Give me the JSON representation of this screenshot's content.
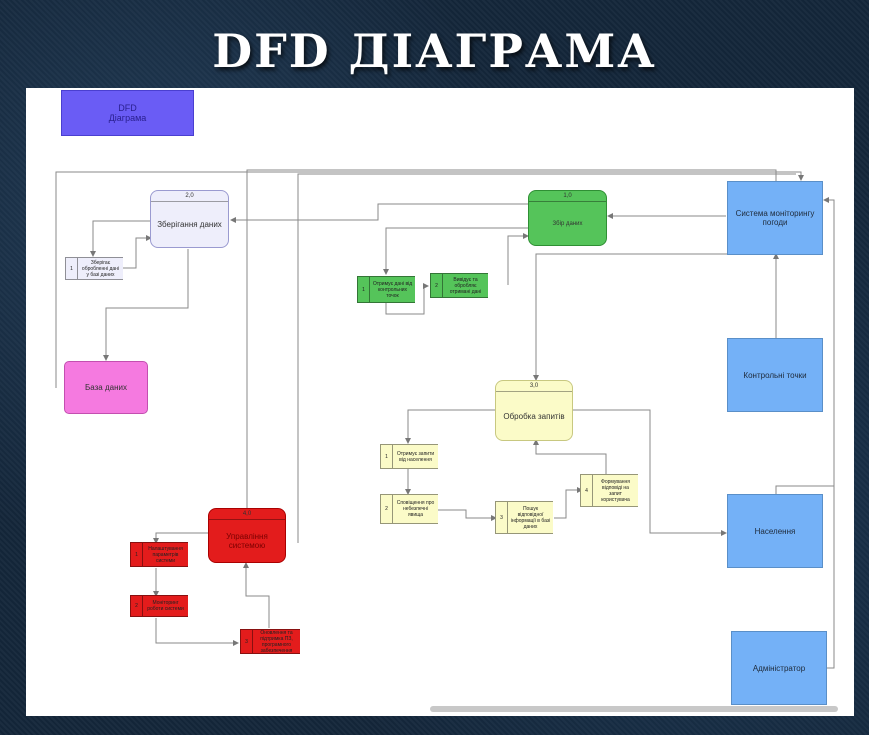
{
  "slide_title": "DFD ДІАГРАМА",
  "legend_box": {
    "line1": "DFD",
    "line2": "Діаграма"
  },
  "processes": [
    {
      "id": "2,0",
      "name": "Зберігання даних"
    },
    {
      "id": "1,0",
      "name": "Збір даних"
    },
    {
      "id": "3,0",
      "name": "Обробка запитів"
    },
    {
      "id": "4,0",
      "name": "Управління системою"
    }
  ],
  "entities": {
    "db": "База даних",
    "monitoring": "Система моніторингу погоди",
    "checkpoints": "Контрольні точки",
    "population": "Населення",
    "admin": "Адміністратор"
  },
  "stores": [
    {
      "id": "1",
      "name": "Зберігає обробленні дані у базі даних"
    },
    {
      "id": "1",
      "name": "Отримує дані від контрольних точок"
    },
    {
      "id": "2",
      "name": "Вивідує та обробляє отримані дані"
    },
    {
      "id": "1",
      "name": "Отримує запити від населення"
    },
    {
      "id": "2",
      "name": "Сповіщення про небезпечні явища"
    },
    {
      "id": "3",
      "name": "Пошук відповідної інформації в базі даних"
    },
    {
      "id": "4",
      "name": "Формування відповіді на запит користувача"
    },
    {
      "id": "1",
      "name": "Налаштування параметрів системи"
    },
    {
      "id": "2",
      "name": "Моніторинг роботи системи"
    },
    {
      "id": "3",
      "name": "Оновлення та підтримка ПЗ, програмного забезпечення"
    }
  ],
  "colors": {
    "legend": "#6a5cf5",
    "store_process": "#eeeefb",
    "collect": "#55c45a",
    "query": "#fbfbc8",
    "manage": "#e31c1c",
    "database": "#f57ae0",
    "entity": "#74b1f7"
  }
}
